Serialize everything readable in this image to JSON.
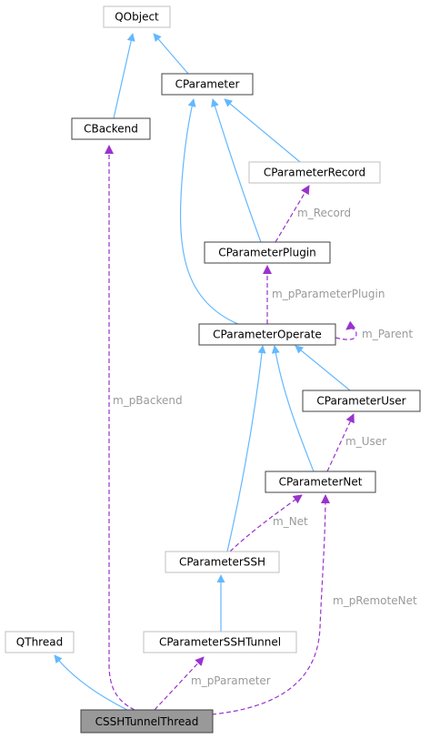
{
  "colors": {
    "inherit_edge": "#63b8ff",
    "usage_edge": "#9a32cd",
    "edge_label": "#9a9a9a",
    "node_border_dark": "#404040",
    "node_border_light": "#bfbfbf",
    "node_fill": "#ffffff",
    "focus_fill": "#999999",
    "text": "#000000"
  },
  "nodes": [
    {
      "id": "qobject",
      "label": "QObject",
      "style": "external"
    },
    {
      "id": "cparameter",
      "label": "CParameter",
      "style": "documented"
    },
    {
      "id": "cbackend",
      "label": "CBackend",
      "style": "documented"
    },
    {
      "id": "cparameterrecord",
      "label": "CParameterRecord",
      "style": "external"
    },
    {
      "id": "cparameterplugin",
      "label": "CParameterPlugin",
      "style": "documented"
    },
    {
      "id": "cparameteroperate",
      "label": "CParameterOperate",
      "style": "documented"
    },
    {
      "id": "cparameteruser",
      "label": "CParameterUser",
      "style": "documented"
    },
    {
      "id": "cparameternet",
      "label": "CParameterNet",
      "style": "documented"
    },
    {
      "id": "cparameterssh",
      "label": "CParameterSSH",
      "style": "external"
    },
    {
      "id": "cparametersshtunnel",
      "label": "CParameterSSHTunnel",
      "style": "external"
    },
    {
      "id": "qthread",
      "label": "QThread",
      "style": "external"
    },
    {
      "id": "csshtunnelthread",
      "label": "CSSHTunnelThread",
      "style": "focus"
    }
  ],
  "edges": [
    {
      "id": "cparameter-qobject",
      "from": "cparameter",
      "to": "qobject",
      "kind": "inherit",
      "label": ""
    },
    {
      "id": "cbackend-qobject",
      "from": "cbackend",
      "to": "qobject",
      "kind": "inherit",
      "label": ""
    },
    {
      "id": "record-cparameter",
      "from": "cparameterrecord",
      "to": "cparameter",
      "kind": "inherit",
      "label": ""
    },
    {
      "id": "plugin-cparameter",
      "from": "cparameterplugin",
      "to": "cparameter",
      "kind": "inherit",
      "label": ""
    },
    {
      "id": "operate-cparameter",
      "from": "cparameteroperate",
      "to": "cparameter",
      "kind": "inherit",
      "label": ""
    },
    {
      "id": "plugin-record",
      "from": "cparameterplugin",
      "to": "cparameterrecord",
      "kind": "usage",
      "label": "m_Record"
    },
    {
      "id": "operate-plugin",
      "from": "cparameteroperate",
      "to": "cparameterplugin",
      "kind": "usage",
      "label": "m_pParameterPlugin"
    },
    {
      "id": "operate-self",
      "from": "cparameteroperate",
      "to": "cparameteroperate",
      "kind": "usage",
      "label": "m_Parent"
    },
    {
      "id": "user-operate",
      "from": "cparameteruser",
      "to": "cparameteroperate",
      "kind": "inherit",
      "label": ""
    },
    {
      "id": "net-operate",
      "from": "cparameternet",
      "to": "cparameteroperate",
      "kind": "inherit",
      "label": ""
    },
    {
      "id": "ssh-operate",
      "from": "cparameterssh",
      "to": "cparameteroperate",
      "kind": "inherit",
      "label": ""
    },
    {
      "id": "net-user",
      "from": "cparameternet",
      "to": "cparameteruser",
      "kind": "usage",
      "label": "m_User"
    },
    {
      "id": "ssh-net",
      "from": "cparameterssh",
      "to": "cparameternet",
      "kind": "usage",
      "label": "m_Net"
    },
    {
      "id": "tunnel-ssh",
      "from": "cparametersshtunnel",
      "to": "cparameterssh",
      "kind": "inherit",
      "label": ""
    },
    {
      "id": "thread-backend",
      "from": "csshtunnelthread",
      "to": "cbackend",
      "kind": "usage",
      "label": "m_pBackend"
    },
    {
      "id": "thread-net",
      "from": "csshtunnelthread",
      "to": "cparameternet",
      "kind": "usage",
      "label": "m_pRemoteNet"
    },
    {
      "id": "thread-tunnel",
      "from": "csshtunnelthread",
      "to": "cparametersshtunnel",
      "kind": "usage",
      "label": "m_pParameter"
    },
    {
      "id": "thread-qthread",
      "from": "csshtunnelthread",
      "to": "qthread",
      "kind": "inherit",
      "label": ""
    }
  ]
}
